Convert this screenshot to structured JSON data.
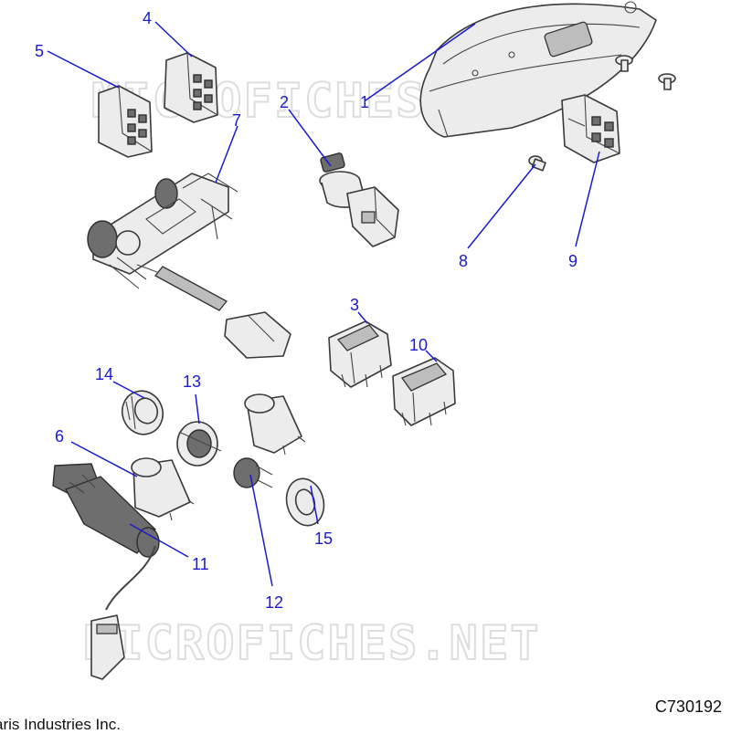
{
  "watermark_text": "MICROFICHES.NET",
  "drawing_code": "C730192",
  "copyright": "aris Industries Inc.",
  "callouts": [
    "1",
    "2",
    "3",
    "4",
    "5",
    "6",
    "7",
    "8",
    "9",
    "10",
    "11",
    "12",
    "13",
    "14",
    "15"
  ]
}
